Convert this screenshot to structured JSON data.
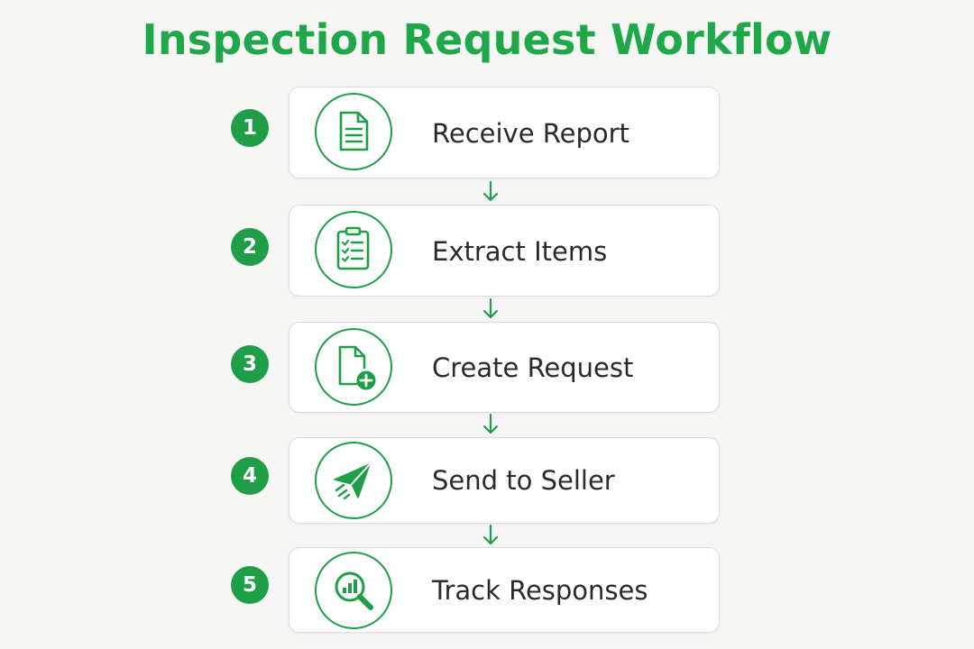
{
  "title": "Inspection Request Workflow",
  "colors": {
    "accent": "#1e9e47",
    "title": "#1fa84a",
    "text": "#2a2a2a",
    "background": "#f6f6f5",
    "card_border": "#dcdcdc"
  },
  "steps": [
    {
      "number": "1",
      "label": "Receive Report",
      "icon": "document-icon"
    },
    {
      "number": "2",
      "label": "Extract Items",
      "icon": "clipboard-checklist-icon"
    },
    {
      "number": "3",
      "label": "Create Request",
      "icon": "add-document-icon"
    },
    {
      "number": "4",
      "label": "Send to Seller",
      "icon": "paper-plane-icon"
    },
    {
      "number": "5",
      "label": "Track Responses",
      "icon": "magnify-chart-icon"
    }
  ]
}
